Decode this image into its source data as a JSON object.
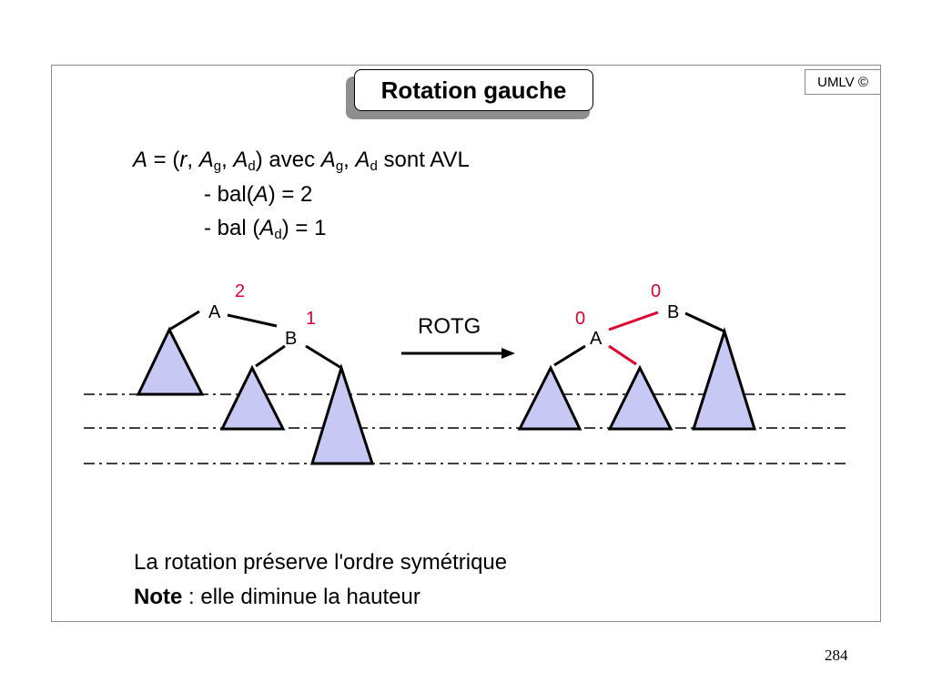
{
  "title": "Rotation gauche",
  "badge": "UMLV ©",
  "definition": {
    "line1": {
      "A": "A",
      "eq_open": " = (",
      "r": "r",
      "comma1": ", ",
      "A2": "A",
      "g": "g",
      "comma2": ", ",
      "A3": "A",
      "d": "d",
      "rest": ") avec ",
      "A4": "A",
      "g2": "g",
      "comma3": ", ",
      "A5": "A",
      "d2": "d",
      "end": " sont AVL"
    },
    "line2": {
      "pre": "- bal(",
      "A": "A",
      "post": ") = 2"
    },
    "line3": {
      "pre": "- bal (",
      "A": "A",
      "d": "d",
      "post": ") = 1"
    }
  },
  "diagram": {
    "before": {
      "root_label": "A",
      "root_balance": "2",
      "child_label": "B",
      "child_balance": "1"
    },
    "operation": "ROTG",
    "after": {
      "root_label": "B",
      "root_balance": "0",
      "child_label": "A",
      "child_balance": "0"
    },
    "balance_color": "#e00030",
    "triangle_fill": "#c8c8f4"
  },
  "notes": {
    "line1": "La rotation préserve l'ordre symétrique",
    "note_label": "Note",
    "line2_rest": " : elle diminue la hauteur"
  },
  "page_number": "284"
}
